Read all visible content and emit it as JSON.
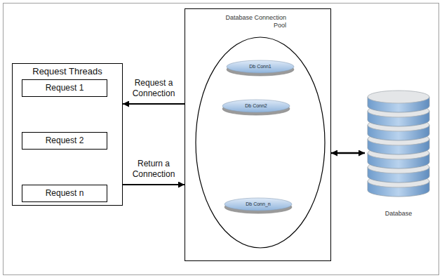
{
  "diagram": {
    "nodes": [
      {
        "text": [
          "Request Threads"
        ]
      },
      {
        "text": [
          "Request 1"
        ],
        "in": 0
      },
      {
        "text": [
          "Request 2"
        ],
        "in": 0
      },
      {
        "text": [
          "Request n"
        ],
        "in": 0
      },
      {
        "text": [
          "Database Connection Pool"
        ]
      },
      {
        "text": [
          "Db Conn1"
        ],
        "in": 4
      },
      {
        "text": [
          "Db Conn2"
        ],
        "in": 4
      },
      {
        "text": [
          "Db Conn_n"
        ],
        "in": 4
      },
      {
        "text": [
          "Database"
        ]
      }
    ],
    "edges": [
      {
        "from": 4,
        "to": 0,
        "label": "Request a Connection",
        "arrow": "to"
      },
      {
        "from": 0,
        "to": 4,
        "label": "Return a Connection",
        "arrow": "to"
      },
      {
        "from": 4,
        "to": 8,
        "arrow": "both"
      }
    ]
  }
}
